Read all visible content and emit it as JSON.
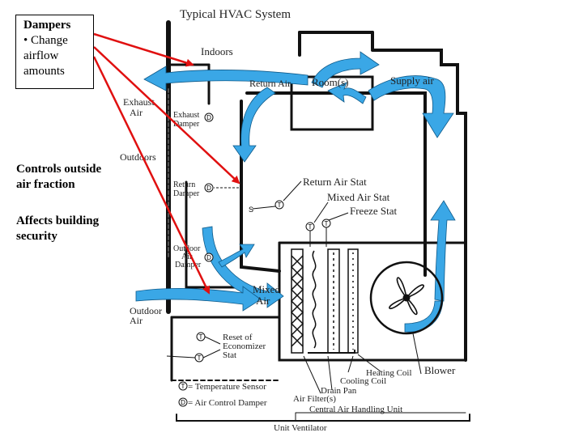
{
  "title": "Typical HVAC System",
  "callouts": {
    "dampers_title": "Dampers",
    "dampers_line1": "• Change",
    "dampers_line2": "airflow",
    "dampers_line3": "amounts",
    "controls_line1": "Controls outside",
    "controls_line2": "air fraction",
    "security_line1": "Affects building",
    "security_line2": "security"
  },
  "labels": {
    "indoors": "Indoors",
    "rooms": "Room(s)",
    "supply_air": "Supply air",
    "return_air_top": "Return Air",
    "exhaust_air_1": "Exhaust",
    "exhaust_air_2": "Air",
    "exhaust_damper_1": "Exhaust",
    "exhaust_damper_2": "Damper",
    "outdoors": "Outdoors",
    "return_damper_1": "Return",
    "return_damper_2": "Damper",
    "return_air_stat": "Return Air Stat",
    "mixed_air_stat": "Mixed Air Stat",
    "freeze_stat": "Freeze Stat",
    "outdoor_air_damper_1": "Outdoor",
    "outdoor_air_damper_2": "Air",
    "outdoor_air_damper_3": "Damper",
    "mixed_air_1": "Mixed",
    "mixed_air_2": "Air",
    "outdoor_air_1": "Outdoor",
    "outdoor_air_2": "Air",
    "reset_1": "Reset of",
    "reset_2": "Economizer",
    "reset_3": "Stat",
    "heating_coil": "Heating Coil",
    "cooling_coil": "Cooling Coil",
    "blower": "Blower",
    "drain_pan": "Drain Pan",
    "air_filters": "Air Filter(s)",
    "central_ahu": "Central Air Handling Unit",
    "unit_ventilator": "Unit Ventilator",
    "legend_temp": "= Temperature Sensor",
    "legend_damper": "= Air Control Damper"
  },
  "symbols": {
    "t": "T",
    "d": "D",
    "s": "S"
  },
  "colors": {
    "airflow": "#3aa7e6",
    "callout_arrow": "#e01010",
    "duct": "#111111"
  }
}
